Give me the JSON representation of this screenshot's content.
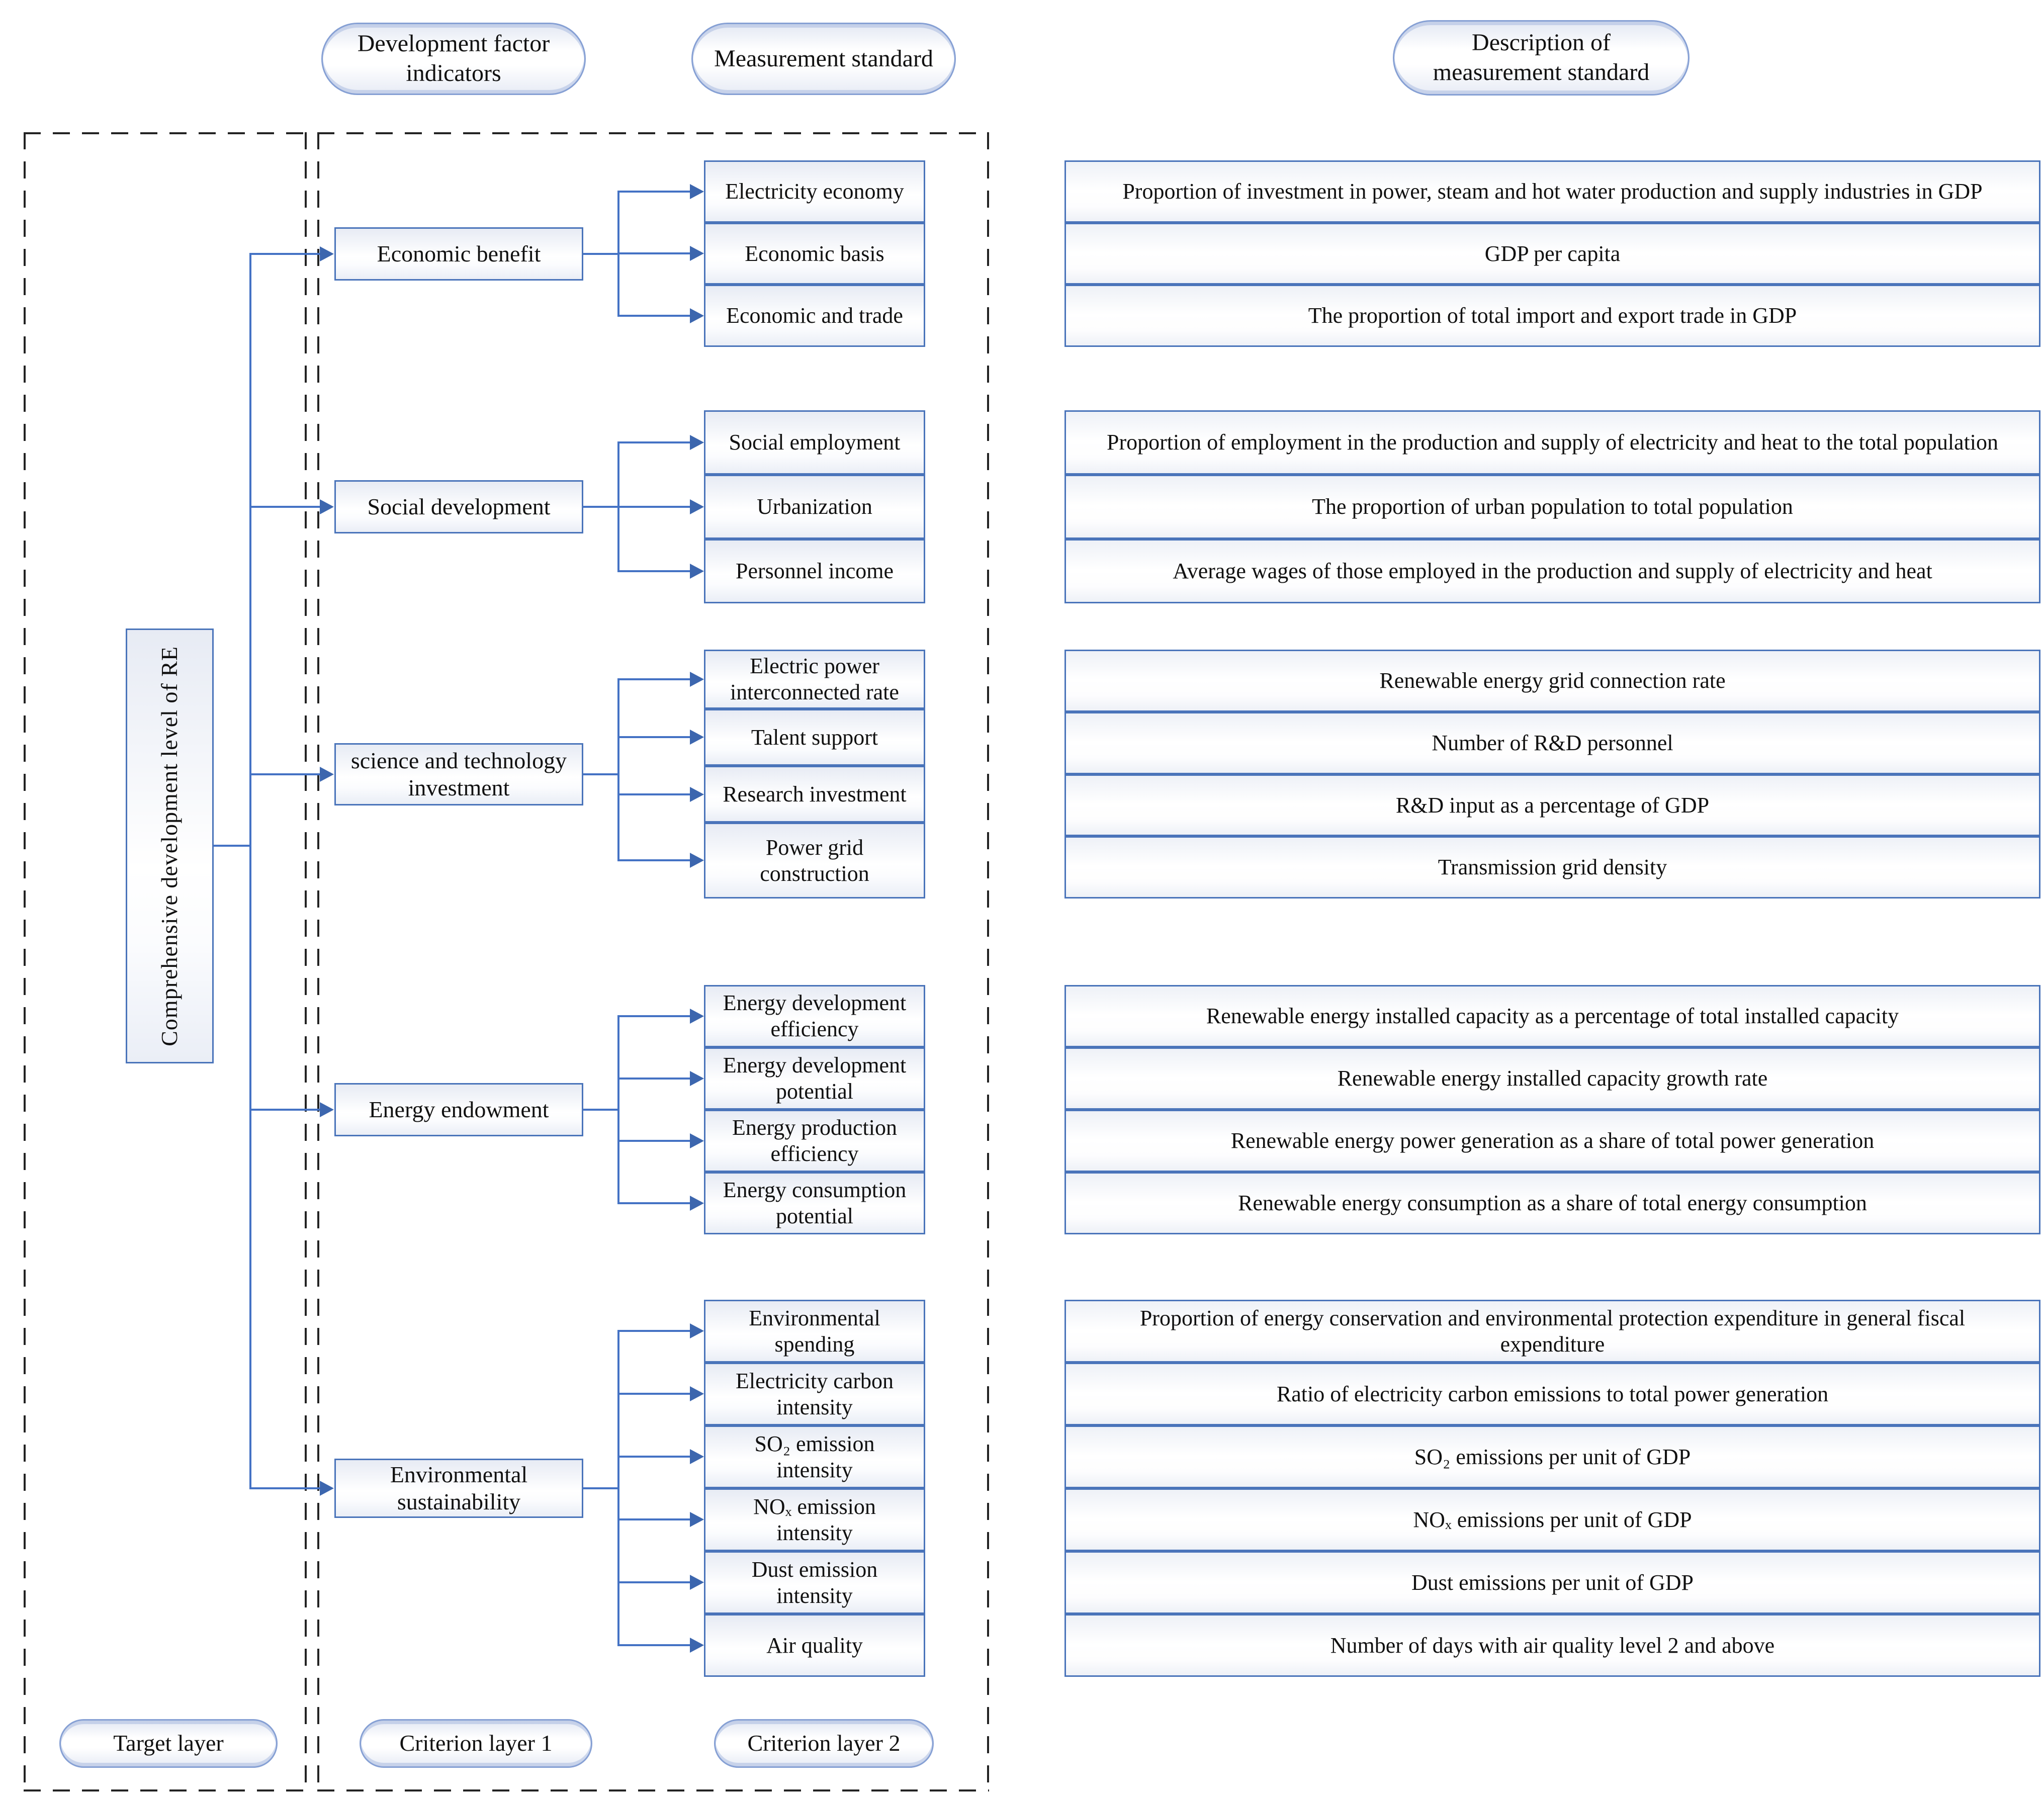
{
  "headers": {
    "development_factor_indicators": "Development factor indicators",
    "measurement_standard": "Measurement standard",
    "description_of_measurement_standard": "Description of measurement standard"
  },
  "target_layer": {
    "label": "Comprehensive development level of RE"
  },
  "layer_labels": {
    "target": "Target layer",
    "criterion1": "Criterion layer 1",
    "criterion2": "Criterion layer 2"
  },
  "groups": [
    {
      "factor": "Economic benefit",
      "measures": [
        "Electricity economy",
        "Economic basis",
        "Economic and trade"
      ],
      "descriptions": [
        "Proportion of investment in power, steam and hot water production and supply industries in GDP",
        "GDP per capita",
        "The proportion of total import and export trade in GDP"
      ]
    },
    {
      "factor": "Social development",
      "measures": [
        "Social employment",
        "Urbanization",
        "Personnel income"
      ],
      "descriptions": [
        "Proportion of employment in the production and supply of electricity and heat to the total population",
        "The proportion of urban population to total population",
        "Average wages of those employed in the production and supply of electricity and heat"
      ]
    },
    {
      "factor": "science and technology investment",
      "measures": [
        "Electric power interconnected rate",
        "Talent support",
        "Research investment",
        "Power grid construction"
      ],
      "descriptions": [
        "Renewable energy grid connection rate",
        "Number of R&D personnel",
        "R&D input as a percentage of GDP",
        "Transmission grid density"
      ]
    },
    {
      "factor": "Energy endowment",
      "measures": [
        "Energy development efficiency",
        "Energy development potential",
        "Energy production efficiency",
        "Energy consumption potential"
      ],
      "descriptions": [
        "Renewable energy installed capacity as a percentage of total installed capacity",
        "Renewable energy installed capacity growth rate",
        "Renewable energy power generation as a share of total power generation",
        "Renewable energy consumption as a share of total energy consumption"
      ]
    },
    {
      "factor": "Environmental sustainability",
      "measures": [
        "Environmental spending",
        "Electricity carbon intensity",
        "SO₂ emission intensity",
        "NOₓ emission intensity",
        "Dust emission intensity",
        "Air quality"
      ],
      "descriptions": [
        "Proportion of energy conservation and environmental protection expenditure in general fiscal expenditure",
        "Ratio of electricity carbon emissions to total power generation",
        "SO₂ emissions per unit of GDP",
        "NOₓ emissions per unit of GDP",
        "Dust emissions per unit of GDP",
        "Number of days with air quality level 2 and above"
      ]
    }
  ],
  "colors": {
    "accent_blue": "#4472c4",
    "dash_black": "#232323"
  }
}
